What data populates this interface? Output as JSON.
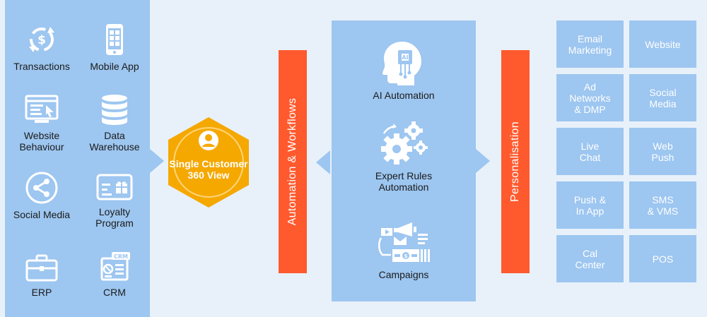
{
  "sources": [
    {
      "label": "Transactions",
      "icon": "dollar-cycle-icon"
    },
    {
      "label": "Mobile App",
      "icon": "mobile-phone-icon"
    },
    {
      "label": "Website Behaviour",
      "icon": "browser-cursor-icon"
    },
    {
      "label": "Data Warehouse",
      "icon": "database-icon"
    },
    {
      "label": "Social Media",
      "icon": "share-icon"
    },
    {
      "label": "Loyalty Program",
      "icon": "gift-card-icon"
    },
    {
      "label": "ERP",
      "icon": "briefcase-icon"
    },
    {
      "label": "CRM",
      "icon": "crm-dashboard-icon"
    }
  ],
  "hub": {
    "label": "Single Customer 360 View",
    "icon": "user-icon",
    "color": "#f5a800"
  },
  "automation_bar": {
    "label": "Automation & Workflows",
    "color": "#ff5a2e"
  },
  "engine": [
    {
      "label": "AI Automation",
      "icon": "ai-brain-icon"
    },
    {
      "label": "Expert Rules Automation",
      "icon": "gears-icon"
    },
    {
      "label": "Campaigns",
      "icon": "campaign-megaphone-icon"
    }
  ],
  "personalisation_bar": {
    "label": "Personalisation",
    "color": "#ff5a2e"
  },
  "channels": [
    {
      "label": "Email\nMarketing"
    },
    {
      "label": "Website"
    },
    {
      "label": "Ad\nNetworks\n& DMP"
    },
    {
      "label": "Social\nMedia"
    },
    {
      "label": "Live\nChat"
    },
    {
      "label": "Web\nPush"
    },
    {
      "label": "Push &\nIn App"
    },
    {
      "label": "SMS\n& VMS"
    },
    {
      "label": "Cal\nCenter"
    },
    {
      "label": "POS"
    }
  ],
  "colors": {
    "panel": "#9dc6f0",
    "background": "#e8f1fa",
    "icon": "#ffffff"
  }
}
